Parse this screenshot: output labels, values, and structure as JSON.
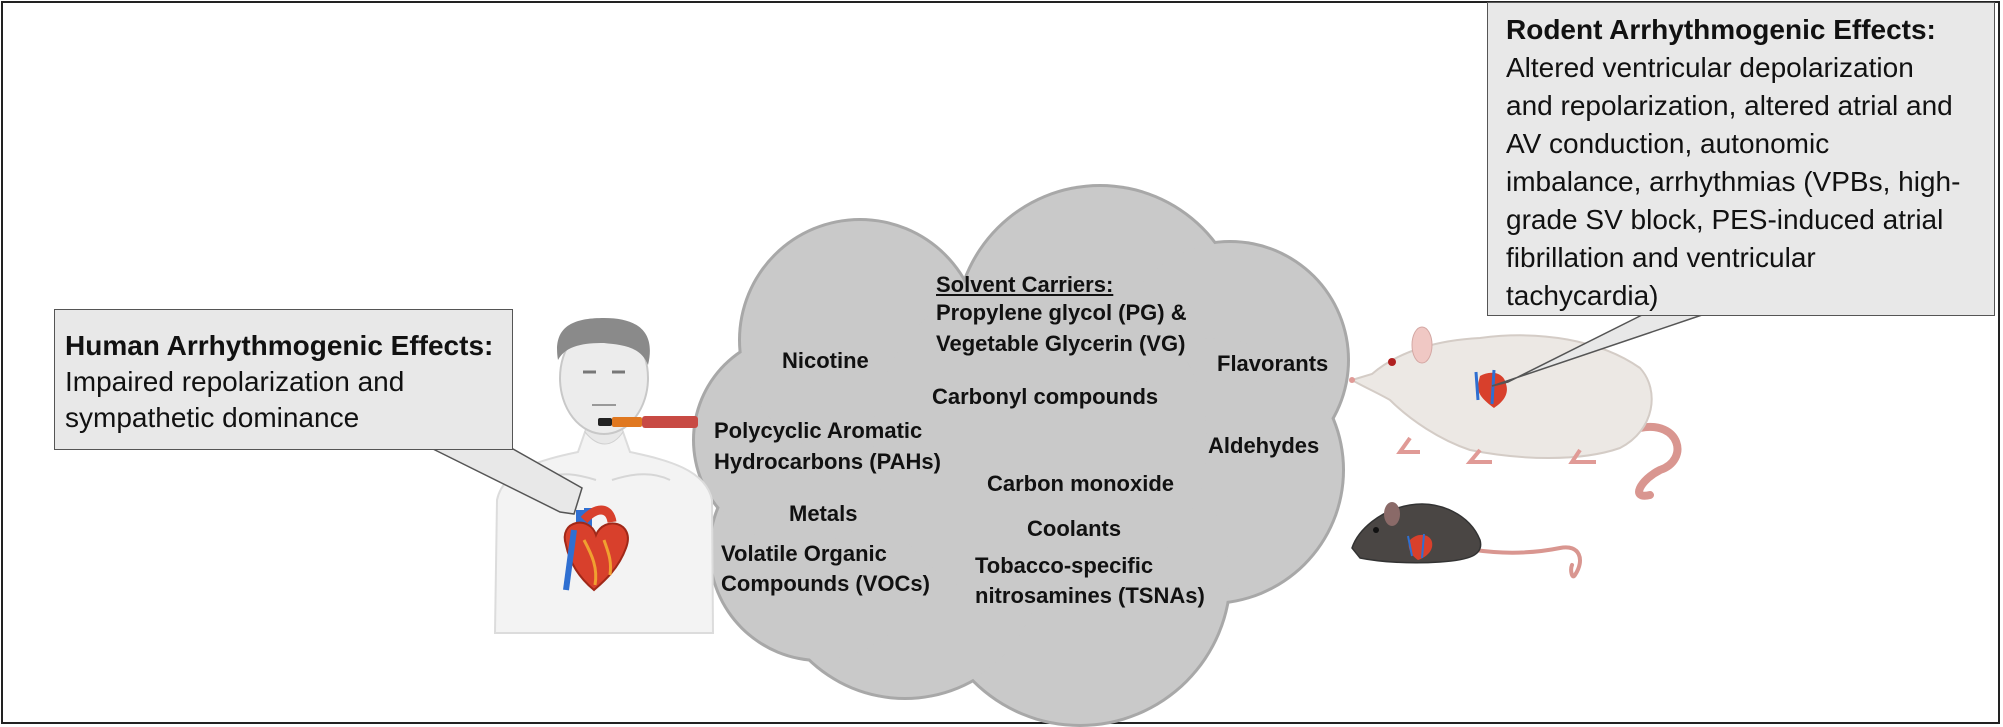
{
  "human_effects": {
    "title": "Human Arrhythmogenic Effects:",
    "body": "Impaired repolarization and sympathetic dominance"
  },
  "rodent_effects": {
    "title": "Rodent Arrhythmogenic Effects:",
    "body": "Altered ventricular depolarization and repolarization, altered atrial and AV conduction,  autonomic imbalance, arrhythmias (VPBs, high-grade SV block, PES-induced atrial fibrillation and ventricular tachycardia)"
  },
  "aerosol_constituents": {
    "solvent_title": "Solvent Carriers:",
    "solvent_line1": "Propylene glycol (PG) &",
    "solvent_line2": "Vegetable Glycerin (VG)",
    "nicotine": "Nicotine",
    "flavorants": "Flavorants",
    "carbonyl": "Carbonyl compounds",
    "pah_line1": "Polycyclic Aromatic",
    "pah_line2": "Hydrocarbons (PAHs)",
    "aldehydes": "Aldehydes",
    "carbon_monoxide": "Carbon monoxide",
    "metals": "Metals",
    "coolants": "Coolants",
    "voc_line1": "Volatile Organic",
    "voc_line2": "Compounds (VOCs)",
    "tsna_line1": "Tobacco-specific",
    "tsna_line2": "nitrosamines (TSNAs)"
  },
  "colors": {
    "cloud_fill": "#c9c9c9",
    "cloud_stroke": "#a8a8a8",
    "callout_fill": "#e8e8e8",
    "heart_red": "#d8402c",
    "vessel_blue": "#2f6fd1",
    "rat_fill": "#ece8e4",
    "mouse_fill": "#4a4644",
    "tail_pink": "#d99690"
  },
  "icons": [
    "human-torso-icon",
    "e-cigarette-icon",
    "heart-icon",
    "rat-icon",
    "mouse-icon",
    "aerosol-cloud-icon"
  ]
}
